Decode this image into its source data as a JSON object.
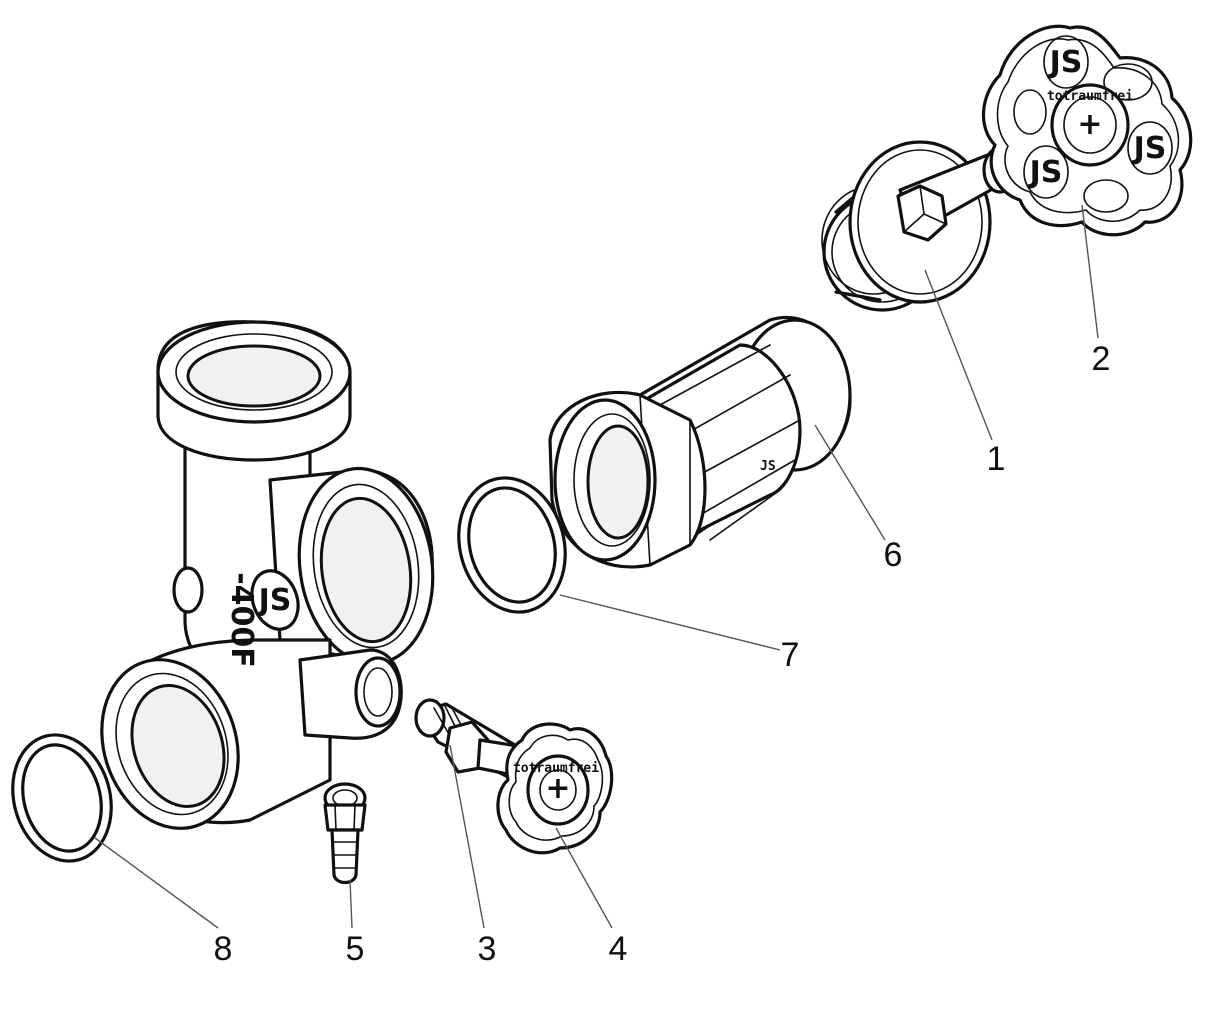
{
  "callouts": [
    {
      "id": "1",
      "label": "1"
    },
    {
      "id": "2",
      "label": "2"
    },
    {
      "id": "3",
      "label": "3"
    },
    {
      "id": "4",
      "label": "4"
    },
    {
      "id": "5",
      "label": "5"
    },
    {
      "id": "6",
      "label": "6"
    },
    {
      "id": "7",
      "label": "7"
    },
    {
      "id": "8",
      "label": "8"
    }
  ],
  "body_marking": "-400F",
  "handwheel_large_text": "totraumfrei",
  "handwheel_small_text": "totraumfrei",
  "logo_marks": "JS"
}
